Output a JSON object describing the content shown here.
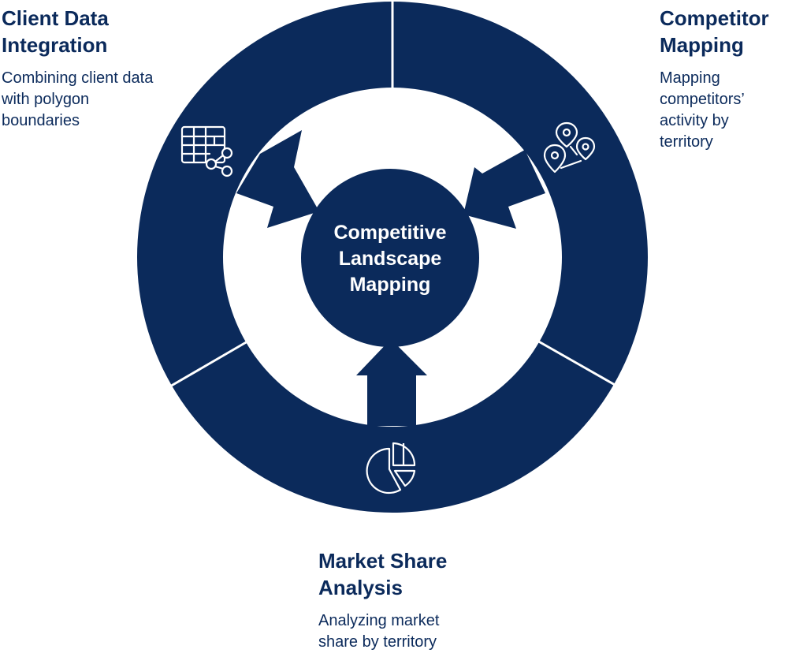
{
  "center": {
    "line1": "Competitive",
    "line2": "Landscape",
    "line3": "Mapping"
  },
  "segments": {
    "client": {
      "title_line1": "Client Data",
      "title_line2": "Integration",
      "description": "Combining client data with polygon boundaries",
      "icon": "table-share-icon"
    },
    "competitor": {
      "title_line1": "Competitor",
      "title_line2": "Mapping",
      "description": "Mapping competitors’ activity by territory",
      "icon": "map-pins-icon"
    },
    "market": {
      "title_line1": "Market Share",
      "title_line2": "Analysis",
      "description": "Analyzing market share by territory",
      "icon": "pie-chart-icon"
    }
  },
  "colors": {
    "navy": "#0b2a5b",
    "background": "#ffffff"
  }
}
